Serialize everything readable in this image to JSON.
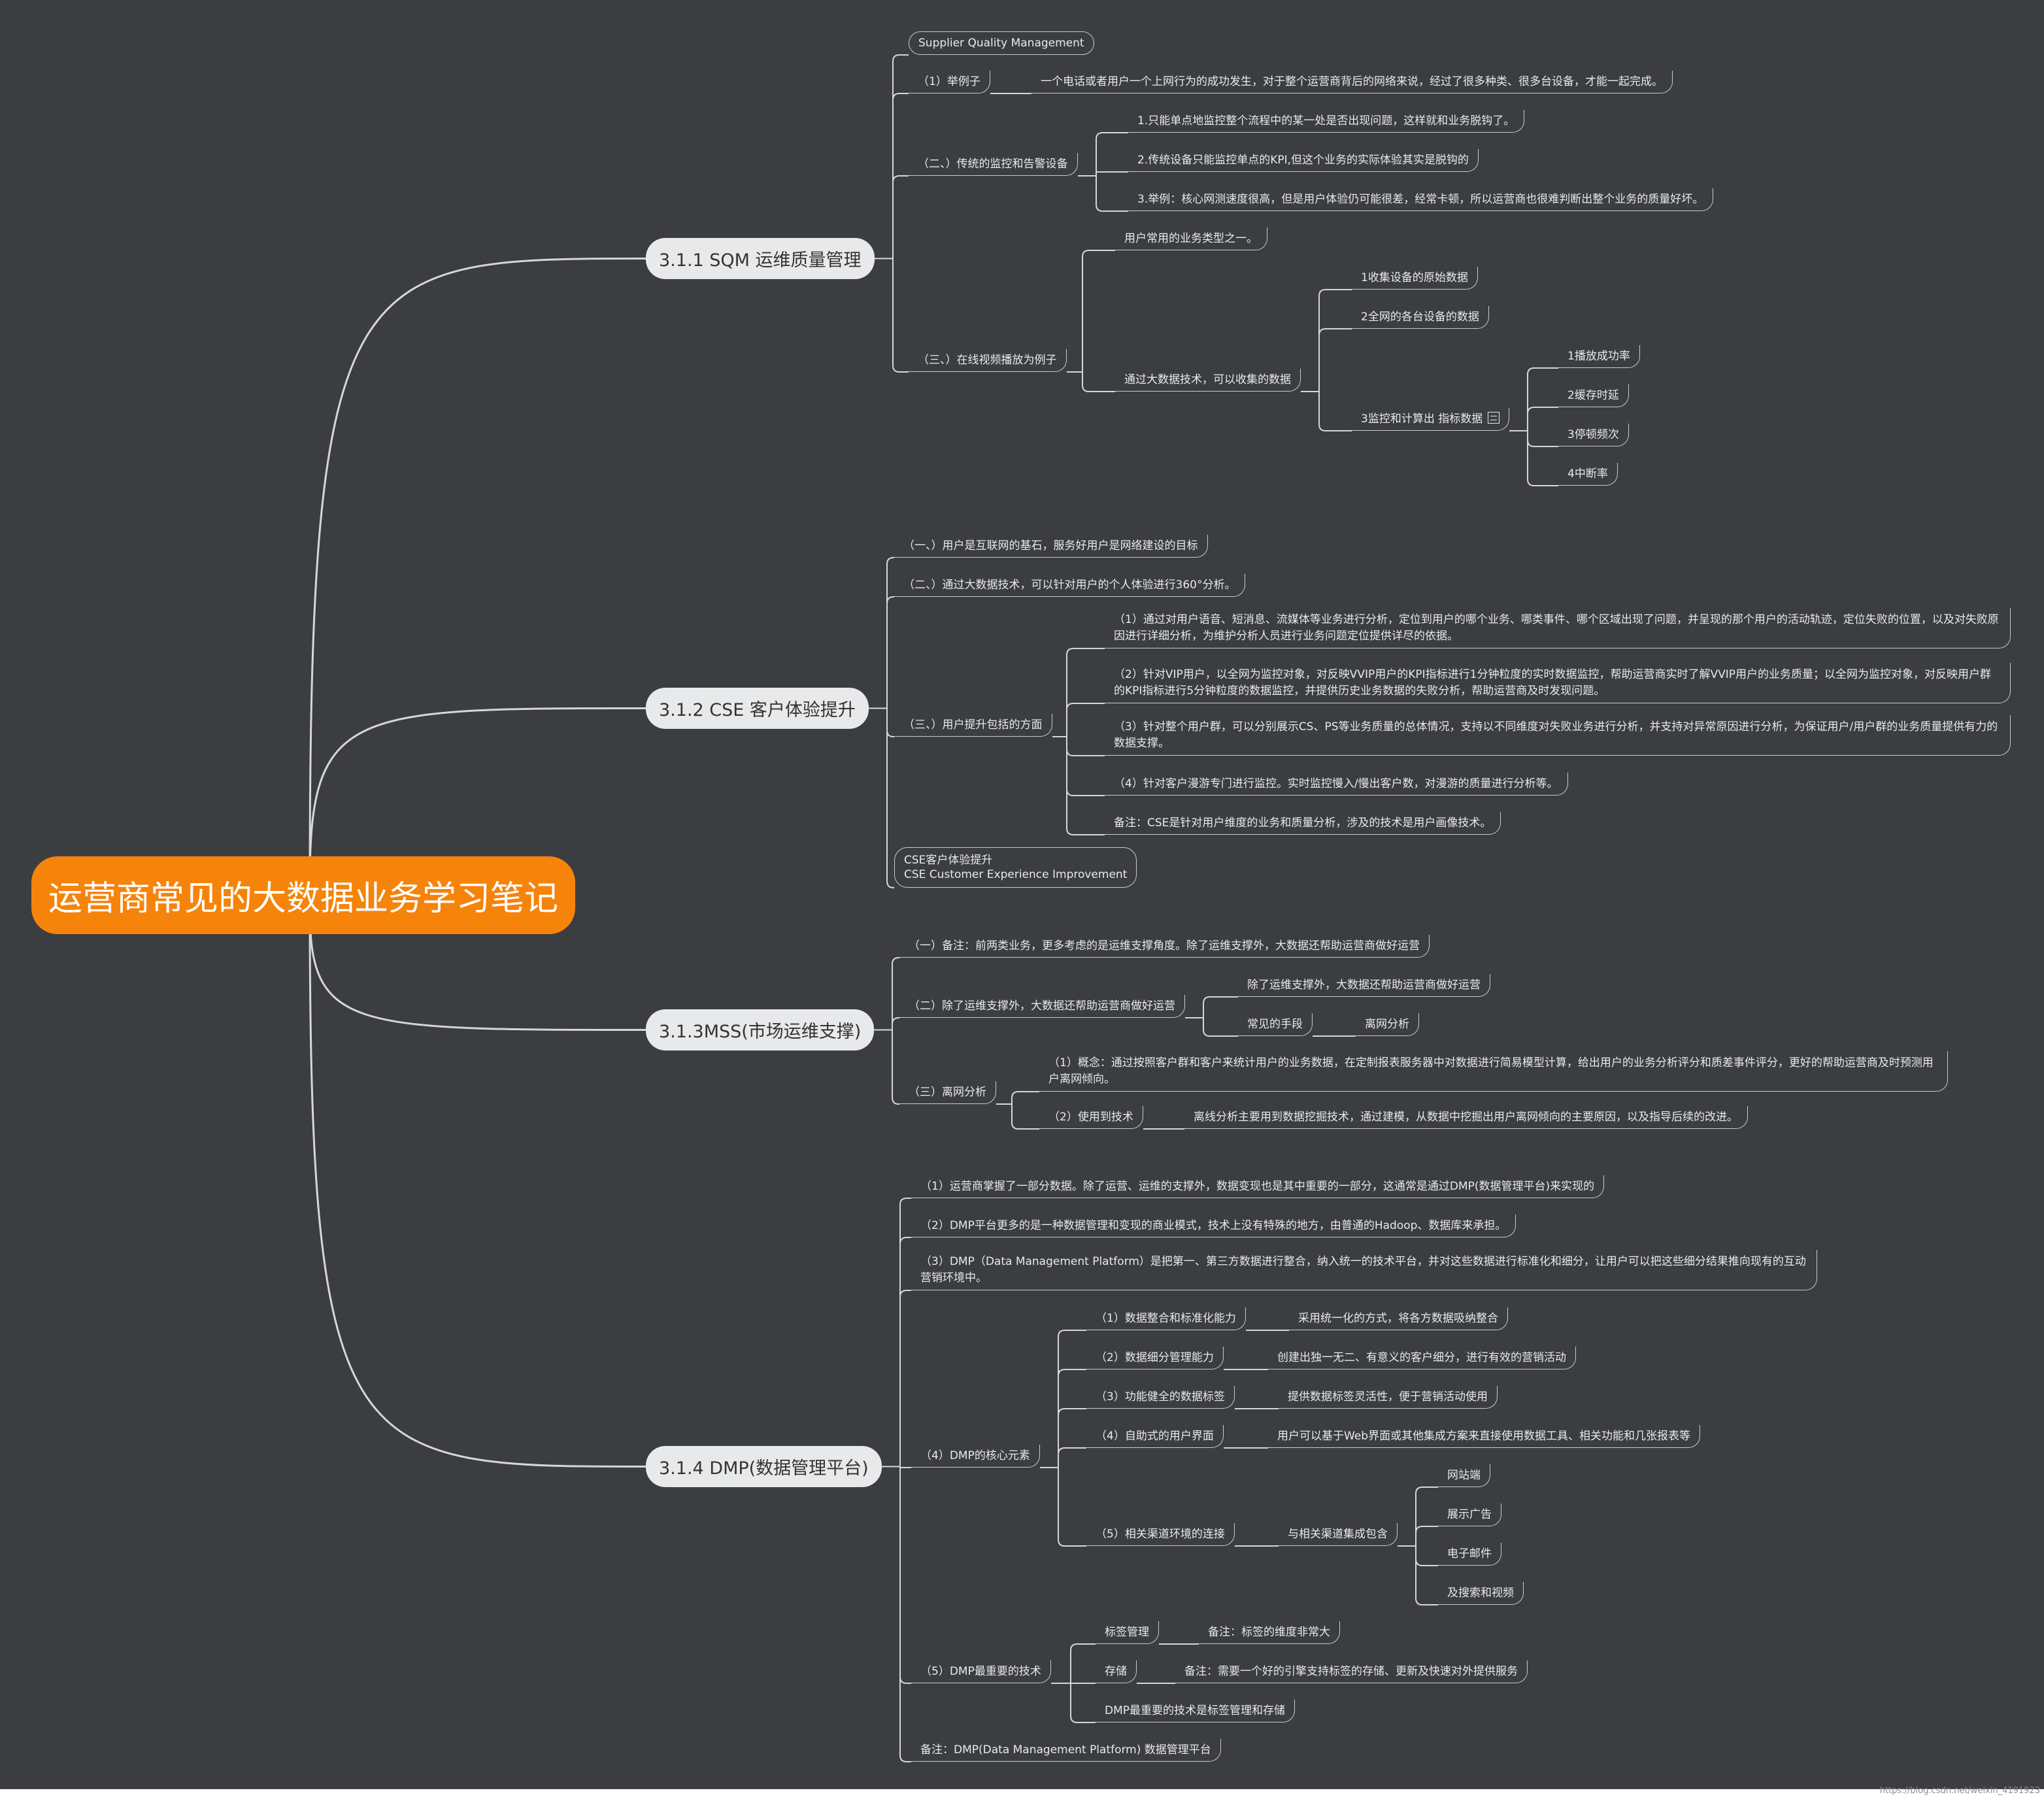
{
  "root": {
    "title": "运营商常见的大数据业务学习笔记"
  },
  "branches": [
    {
      "title": "3.1.1  SQM 运维质量管理",
      "items": [
        {
          "label": "Supplier Quality Management"
        },
        {
          "label": "（1）举例子",
          "detail": "一个电话或者用户一个上网行为的成功发生，对于整个运营商背后的网络来说，经过了很多种类、很多台设备，才能一起完成。"
        },
        {
          "label": "（二、）传统的监控和告警设备",
          "children": [
            "1.只能单点地监控整个流程中的某一处是否出现问题，这样就和业务脱钩了。",
            "2.传统设备只能监控单点的KPI,但这个业务的实际体验其实是脱钩的",
            "3.举例：核心网测速度很高，但是用户体验仍可能很差，经常卡顿，所以运营商也很难判断出整个业务的质量好坏。"
          ]
        },
        {
          "label": "（三、）在线视频播放为例子",
          "children": [
            "用户常用的业务类型之一。",
            "通过大数据技术，可以收集的数据"
          ],
          "collect": [
            "1收集设备的原始数据",
            "2全网的各台设备的数据",
            "3监控和计算出 指标数据"
          ],
          "metrics": [
            "1播放成功率",
            "2缓存时延",
            "3停顿频次",
            "4中断率"
          ]
        }
      ]
    },
    {
      "title": "3.1.2 CSE 客户体验提升",
      "items": [
        {
          "label": "（一、）用户是互联网的基石，服务好用户是网络建设的目标"
        },
        {
          "label": "（二、）通过大数据技术，可以针对用户的个人体验进行360°分析。"
        },
        {
          "label": "（三、）用户提升包括的方面",
          "children": [
            "（1）通过对用户语音、短消息、流媒体等业务进行分析，定位到用户的哪个业务、哪类事件、哪个区域出现了问题，并呈现的那个用户的活动轨迹，定位失败的位置，以及对失败原因进行详细分析，为维护分析人员进行业务问题定位提供详尽的依据。",
            "（2）针对VIP用户，以全网为监控对象，对反映VVIP用户的KPI指标进行1分钟粒度的实时数据监控，帮助运营商实时了解VVIP用户的业务质量；以全网为监控对象，对反映用户群的KPI指标进行5分钟粒度的数据监控，并提供历史业务数据的失败分析，帮助运营商及时发现问题。",
            "（3）针对整个用户群，可以分别展示CS、PS等业务质量的总体情况，支持以不同维度对失败业务进行分析，并支持对异常原因进行分析，为保证用户/用户群的业务质量提供有力的数据支撑。",
            "（4）针对客户漫游专门进行监控。实时监控慢入/慢出客户数，对漫游的质量进行分析等。",
            "备注：CSE是针对用户维度的业务和质量分析，涉及的技术是用户画像技术。"
          ]
        },
        {
          "label1": "CSE客户体验提升",
          "label2": "CSE Customer Experience Improvement"
        }
      ]
    },
    {
      "title": "3.1.3MSS(市场运维支撑)",
      "items": [
        {
          "label": "（一）备注：前两类业务，更多考虑的是运维支撑角度。除了运维支撑外，大数据还帮助运营商做好运营"
        },
        {
          "label": "（二）除了运维支撑外，大数据还帮助运营商做好运营",
          "children": [
            "除了运维支撑外，大数据还帮助运营商做好运营",
            "常见的手段"
          ],
          "means": "离网分析"
        },
        {
          "label": "（三）离网分析",
          "children": [
            "（1）概念：通过按照客户群和客户来统计用户的业务数据，在定制报表服务器中对数据进行简易模型计算，给出用户的业务分析评分和质差事件评分，更好的帮助运营商及时预测用户离网倾向。",
            "（2）使用到技术"
          ],
          "tech": "离线分析主要用到数据挖掘技术，通过建模，从数据中挖掘出用户离网倾向的主要原因，以及指导后续的改进。"
        }
      ]
    },
    {
      "title": "3.1.4 DMP(数据管理平台)",
      "items": [
        {
          "label": "（1）运营商掌握了一部分数据。除了运营、运维的支撑外，数据变现也是其中重要的一部分，这通常是通过DMP(数据管理平台)来实现的"
        },
        {
          "label": "（2）DMP平台更多的是一种数据管理和变现的商业模式，技术上没有特殊的地方，由普通的Hadoop、数据库来承担。"
        },
        {
          "label": "（3）DMP（Data Management Platform）是把第一、第三方数据进行整合，纳入统一的技术平台，并对这些数据进行标准化和细分，让用户可以把这些细分结果推向现有的互动营销环境中。"
        },
        {
          "label": "（4）DMP的核心元素",
          "elements": [
            {
              "k": "（1）数据整合和标准化能力",
              "v": "采用统一化的方式，将各方数据吸纳整合"
            },
            {
              "k": "（2）数据细分管理能力",
              "v": "创建出独一无二、有意义的客户细分，进行有效的营销活动"
            },
            {
              "k": "（3）功能健全的数据标签",
              "v": "提供数据标签灵活性，便于营销活动使用"
            },
            {
              "k": "（4）自助式的用户界面",
              "v": "用户可以基于Web界面或其他集成方案来直接使用数据工具、相关功能和几张报表等"
            },
            {
              "k": "（5）相关渠道环境的连接",
              "v": "与相关渠道集成包含"
            }
          ],
          "channels": [
            "网站端",
            "展示广告",
            "电子邮件",
            "及搜索和视频"
          ]
        },
        {
          "label": "（5）DMP最重要的技术",
          "tech": [
            {
              "k": "标签管理",
              "v": "备注：标签的维度非常大"
            },
            {
              "k": "存储",
              "v": "备注：需要一个好的引擎支持标签的存储、更新及快速对外提供服务"
            },
            {
              "k": "DMP最重要的技术是标签管理和存储"
            }
          ]
        },
        {
          "label": "备注：DMP(Data Management Platform) 数据管理平台"
        }
      ]
    }
  ],
  "watermark": "https://blog.csdn.net/weixin_4191923",
  "colors": {
    "background": "#3b3d40",
    "root": "#f6830a",
    "branch": "#e8e9ea",
    "line": "#d6d7d8"
  }
}
